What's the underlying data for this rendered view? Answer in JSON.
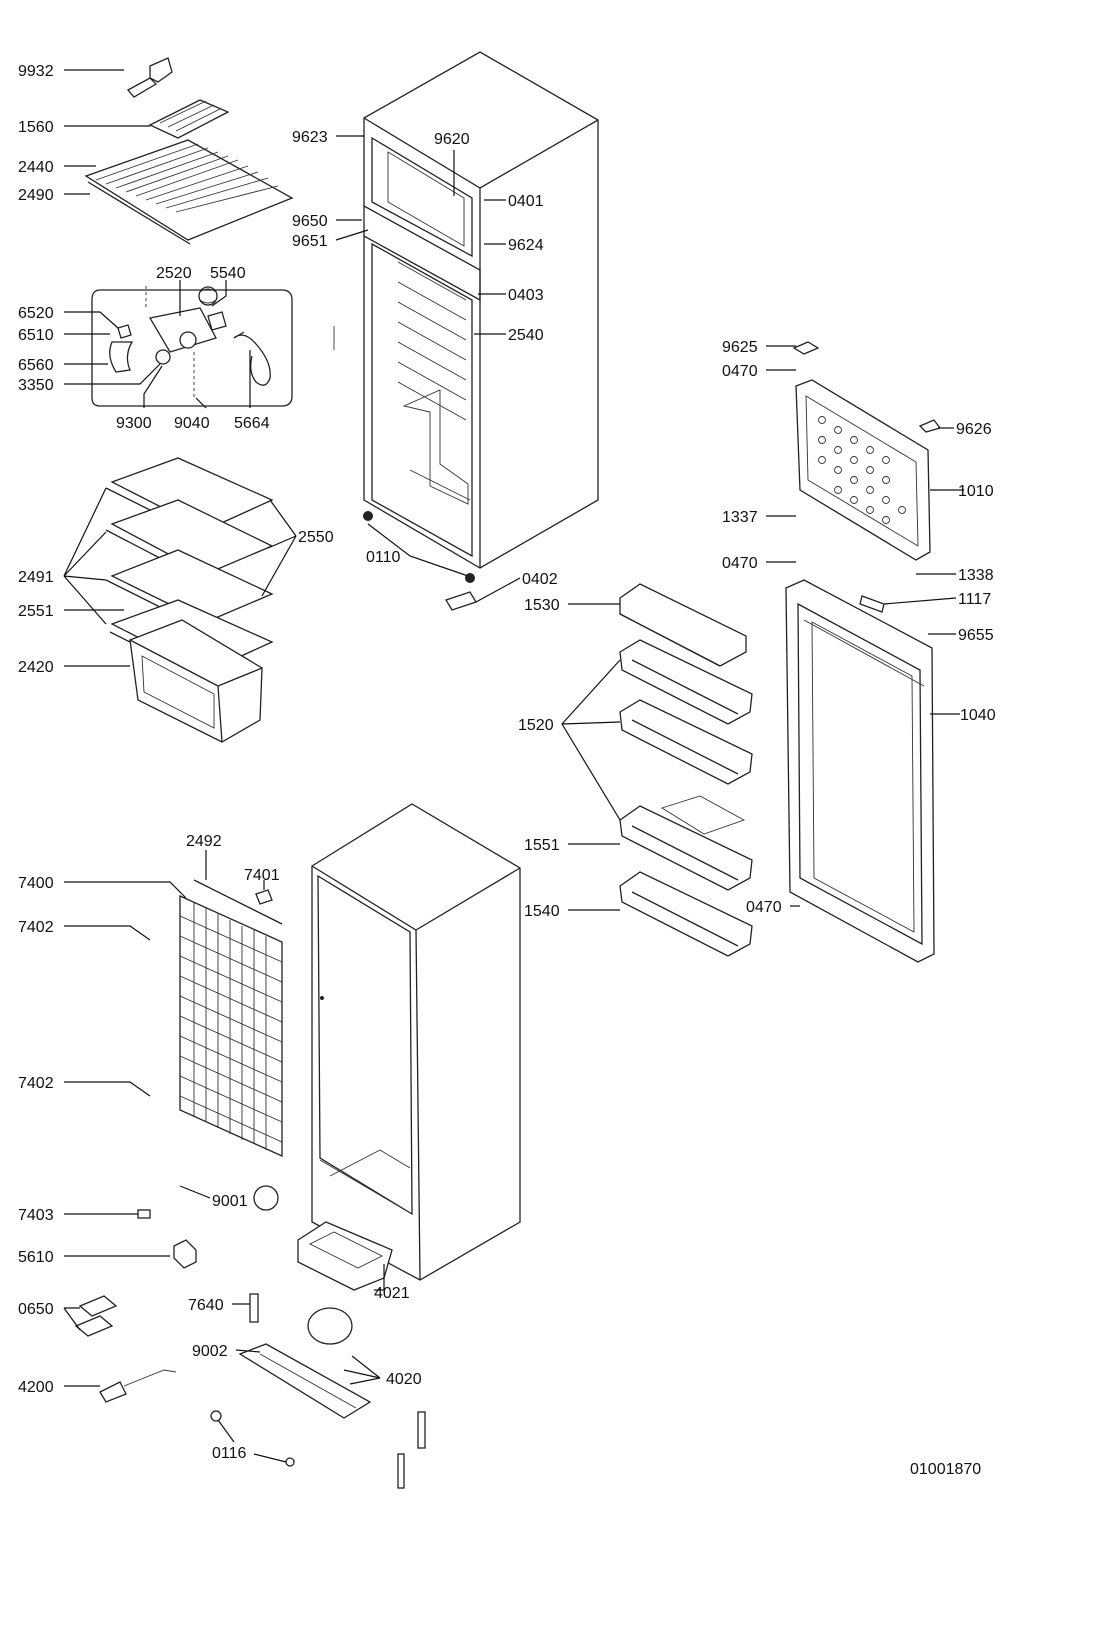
{
  "drawing_number": "01001870",
  "callouts": [
    {
      "id": "c9932",
      "label": "9932"
    },
    {
      "id": "c1560",
      "label": "1560"
    },
    {
      "id": "c2440",
      "label": "2440"
    },
    {
      "id": "c2490",
      "label": "2490"
    },
    {
      "id": "c2520",
      "label": "2520"
    },
    {
      "id": "c5540",
      "label": "5540"
    },
    {
      "id": "c6520",
      "label": "6520"
    },
    {
      "id": "c6510",
      "label": "6510"
    },
    {
      "id": "c6560",
      "label": "6560"
    },
    {
      "id": "c3350",
      "label": "3350"
    },
    {
      "id": "c9300",
      "label": "9300"
    },
    {
      "id": "c9040",
      "label": "9040"
    },
    {
      "id": "c5664",
      "label": "5664"
    },
    {
      "id": "c2491",
      "label": "2491"
    },
    {
      "id": "c2550",
      "label": "2550"
    },
    {
      "id": "c2551",
      "label": "2551"
    },
    {
      "id": "c2420",
      "label": "2420"
    },
    {
      "id": "c9623",
      "label": "9623"
    },
    {
      "id": "c9620",
      "label": "9620"
    },
    {
      "id": "c0401",
      "label": "0401"
    },
    {
      "id": "c9650",
      "label": "9650"
    },
    {
      "id": "c9651",
      "label": "9651"
    },
    {
      "id": "c9624",
      "label": "9624"
    },
    {
      "id": "c0403",
      "label": "0403"
    },
    {
      "id": "c2540",
      "label": "2540"
    },
    {
      "id": "c0110",
      "label": "0110"
    },
    {
      "id": "c0402",
      "label": "0402"
    },
    {
      "id": "c9625",
      "label": "9625"
    },
    {
      "id": "c0470a",
      "label": "0470"
    },
    {
      "id": "c9626",
      "label": "9626"
    },
    {
      "id": "c1010",
      "label": "1010"
    },
    {
      "id": "c1337",
      "label": "1337"
    },
    {
      "id": "c0470b",
      "label": "0470"
    },
    {
      "id": "c1338",
      "label": "1338"
    },
    {
      "id": "c1530",
      "label": "1530"
    },
    {
      "id": "c1117",
      "label": "1117"
    },
    {
      "id": "c9655",
      "label": "9655"
    },
    {
      "id": "c1520",
      "label": "1520"
    },
    {
      "id": "c1040",
      "label": "1040"
    },
    {
      "id": "c1551",
      "label": "1551"
    },
    {
      "id": "c1540",
      "label": "1540"
    },
    {
      "id": "c0470c",
      "label": "0470"
    },
    {
      "id": "c2492",
      "label": "2492"
    },
    {
      "id": "c7400",
      "label": "7400"
    },
    {
      "id": "c7401",
      "label": "7401"
    },
    {
      "id": "c7402a",
      "label": "7402"
    },
    {
      "id": "c7402b",
      "label": "7402"
    },
    {
      "id": "c9001",
      "label": "9001"
    },
    {
      "id": "c7403",
      "label": "7403"
    },
    {
      "id": "c5610",
      "label": "5610"
    },
    {
      "id": "c4021",
      "label": "4021"
    },
    {
      "id": "c0650",
      "label": "0650"
    },
    {
      "id": "c7640",
      "label": "7640"
    },
    {
      "id": "c9002",
      "label": "9002"
    },
    {
      "id": "c4020",
      "label": "4020"
    },
    {
      "id": "c4200",
      "label": "4200"
    },
    {
      "id": "c0116",
      "label": "0116"
    }
  ]
}
